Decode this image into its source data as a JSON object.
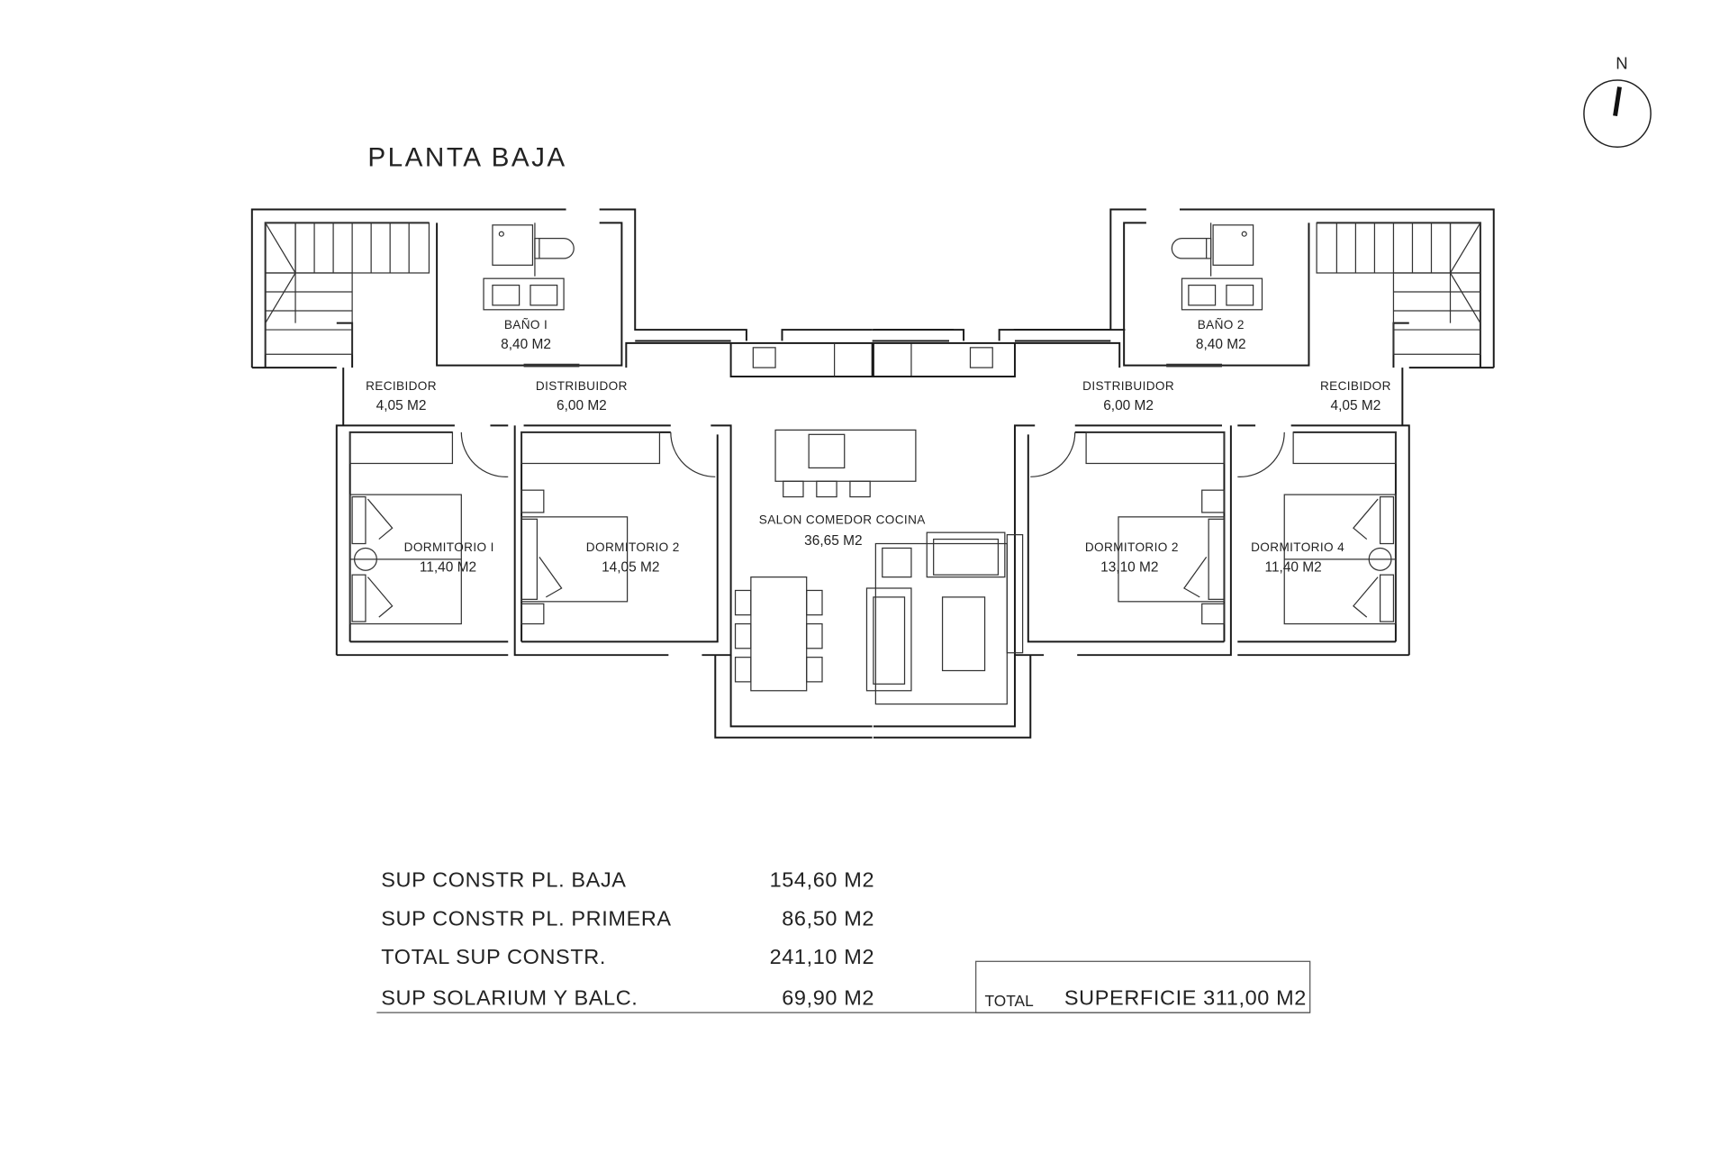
{
  "title": "PLANTA BAJA",
  "north_label": "N",
  "rooms": [
    {
      "name": "BAÑO I",
      "area": "8,40 M2"
    },
    {
      "name": "BAÑO 2",
      "area": "8,40 M2"
    },
    {
      "name": "RECIBIDOR",
      "area": "4,05 M2"
    },
    {
      "name": "DISTRIBUIDOR",
      "area": "6,00 M2"
    },
    {
      "name": "DISTRIBUIDOR",
      "area": "6,00 M2"
    },
    {
      "name": "RECIBIDOR",
      "area": "4,05 M2"
    },
    {
      "name": "SALON COMEDOR COCINA",
      "area": "36,65 M2"
    },
    {
      "name": "DORMITORIO I",
      "area": "11,40 M2"
    },
    {
      "name": "DORMITORIO 2",
      "area": "14,05 M2"
    },
    {
      "name": "DORMITORIO 2",
      "area": "13,10 M2"
    },
    {
      "name": "DORMITORIO 4",
      "area": "11,40 M2"
    }
  ],
  "summary": [
    {
      "label": "SUP CONSTR PL. BAJA",
      "value": "154,60 M2"
    },
    {
      "label": "SUP CONSTR PL. PRIMERA",
      "value": "86,50 M2"
    },
    {
      "label": "TOTAL SUP CONSTR.",
      "value": "241,10 M2"
    },
    {
      "label": "SUP SOLARIUM Y BALC.",
      "value": "69,90 M2"
    }
  ],
  "total": {
    "prefix": "TOTAL",
    "label": "SUPERFICIE 311,00 M2"
  }
}
